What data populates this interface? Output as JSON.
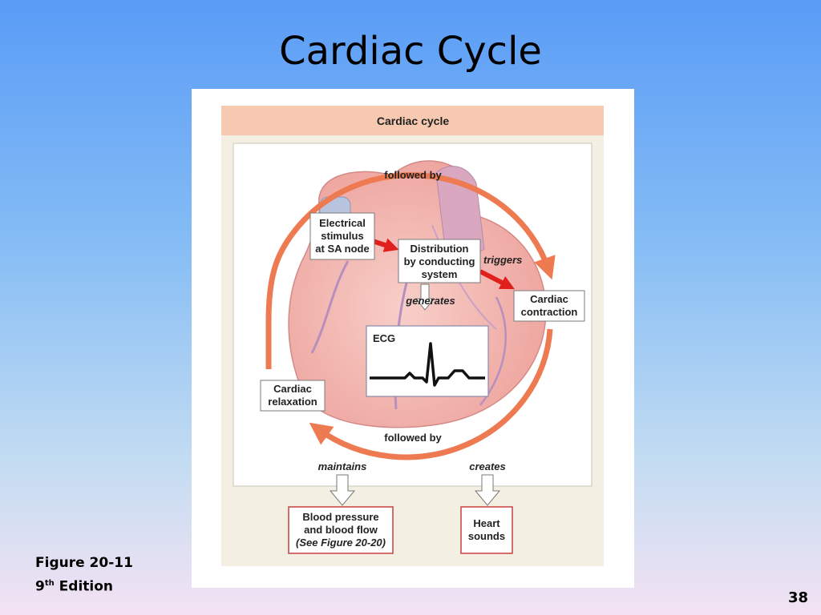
{
  "slide": {
    "title": "Cardiac Cycle",
    "caption_line1": "Figure 20-11",
    "caption_edition_num": "9",
    "caption_edition_sup": "th",
    "caption_edition_word": "Edition",
    "page_number": "38"
  },
  "figure": {
    "header": "Cardiac cycle",
    "arrow_top_label": "followed by",
    "arrow_bottom_label": "followed by",
    "node_electrical": [
      "Electrical",
      "stimulus",
      "at SA node"
    ],
    "node_distribution": [
      "Distribution",
      "by conducting",
      "system"
    ],
    "label_triggers": "triggers",
    "node_contraction": [
      "Cardiac",
      "contraction"
    ],
    "label_generates": "generates",
    "ecg_label": "ECG",
    "node_relaxation": [
      "Cardiac",
      "relaxation"
    ],
    "label_maintains": "maintains",
    "label_creates": "creates",
    "node_blood": [
      "Blood pressure",
      "and blood flow",
      "(See Figure 20-20)"
    ],
    "node_sounds": [
      "Heart",
      "sounds"
    ]
  },
  "colors": {
    "header_bg": "#f7c9b0",
    "panel_bg": "#f3efe2",
    "cycle_arrow": "#ee7a52",
    "conduction_arrow": "#e0201c",
    "box_border_red": "#c84040",
    "heart_fill": "#f3b7b1"
  }
}
